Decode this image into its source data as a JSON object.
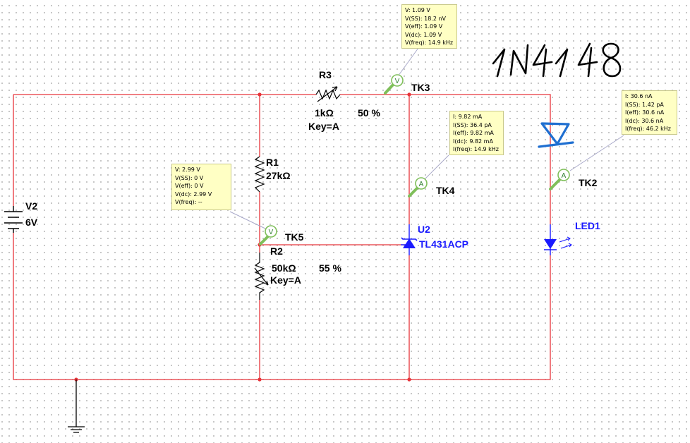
{
  "components": {
    "v2": {
      "name": "V2",
      "value": "6V"
    },
    "r1": {
      "name": "R1",
      "value": "27kΩ"
    },
    "r2": {
      "name": "R2",
      "value": "50kΩ",
      "percent": "55 %",
      "key": "Key=A"
    },
    "r3": {
      "name": "R3",
      "value": "1kΩ",
      "percent": "50 %",
      "key": "Key=A"
    },
    "u2": {
      "name": "U2",
      "part": "TL431ACP"
    },
    "led1": {
      "name": "LED1"
    }
  },
  "probes": {
    "tk2": {
      "name": "TK2",
      "symbol": "A",
      "lines": [
        "I: 30.6 nA",
        "I(SS): 1.42 pA",
        "I(eff): 30.6 nA",
        "I(dc): 30.6 nA",
        "I(freq): 46.2 kHz"
      ]
    },
    "tk3": {
      "name": "TK3",
      "symbol": "V",
      "lines": [
        "V: 1.09 V",
        "V(SS): 18.2 nV",
        "V(eff): 1.09 V",
        "V(dc): 1.09 V",
        "V(freq): 14.9 kHz"
      ]
    },
    "tk4": {
      "name": "TK4",
      "symbol": "A",
      "lines": [
        "I: 9.82 mA",
        "I(SS): 36.4 pA",
        "I(eff): 9.82 mA",
        "I(dc): 9.82 mA",
        "I(freq): 14.9 kHz"
      ]
    },
    "tk5": {
      "name": "TK5",
      "symbol": "V",
      "lines": [
        "V: 2.99 V",
        "V(SS): 0 V",
        "V(eff): 0 V",
        "V(dc): 2.99 V",
        "V(freq): --"
      ]
    }
  },
  "annotation": {
    "handwritten": "1N4148"
  },
  "colors": {
    "wire": "#e8343a",
    "component": "#1a1aff",
    "probe_fill": "#ffffc4",
    "probe_green": "#7fbf5a",
    "handwriting": "#000000",
    "diode_mark": "#1f6fd1"
  }
}
